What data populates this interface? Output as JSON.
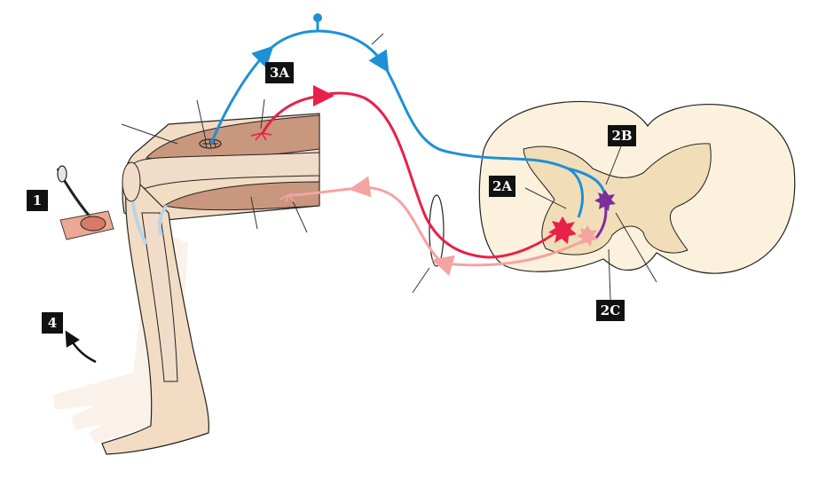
{
  "labels": {
    "step1": "1",
    "step2a": "2A",
    "step2b": "2B",
    "step2c": "2C",
    "step3a": "3A",
    "step4": "4"
  },
  "colors": {
    "sensory_afferent": "#1e90d6",
    "motor_efferent": "#e8204a",
    "antagonist_motor": "#f4a3a3",
    "interneuron": "#7a2f9a",
    "spinal_white_matter": "#fbf1dc",
    "spinal_gray_matter": "#f1ddb8",
    "muscle": "#c9967e",
    "bone": "#f0dcc8",
    "skin": "#f3dcc4",
    "outline": "#222222"
  },
  "icons": {
    "reflex_hammer": "reflex-hammer-icon",
    "kick_arrow": "curved-arrow-icon"
  }
}
